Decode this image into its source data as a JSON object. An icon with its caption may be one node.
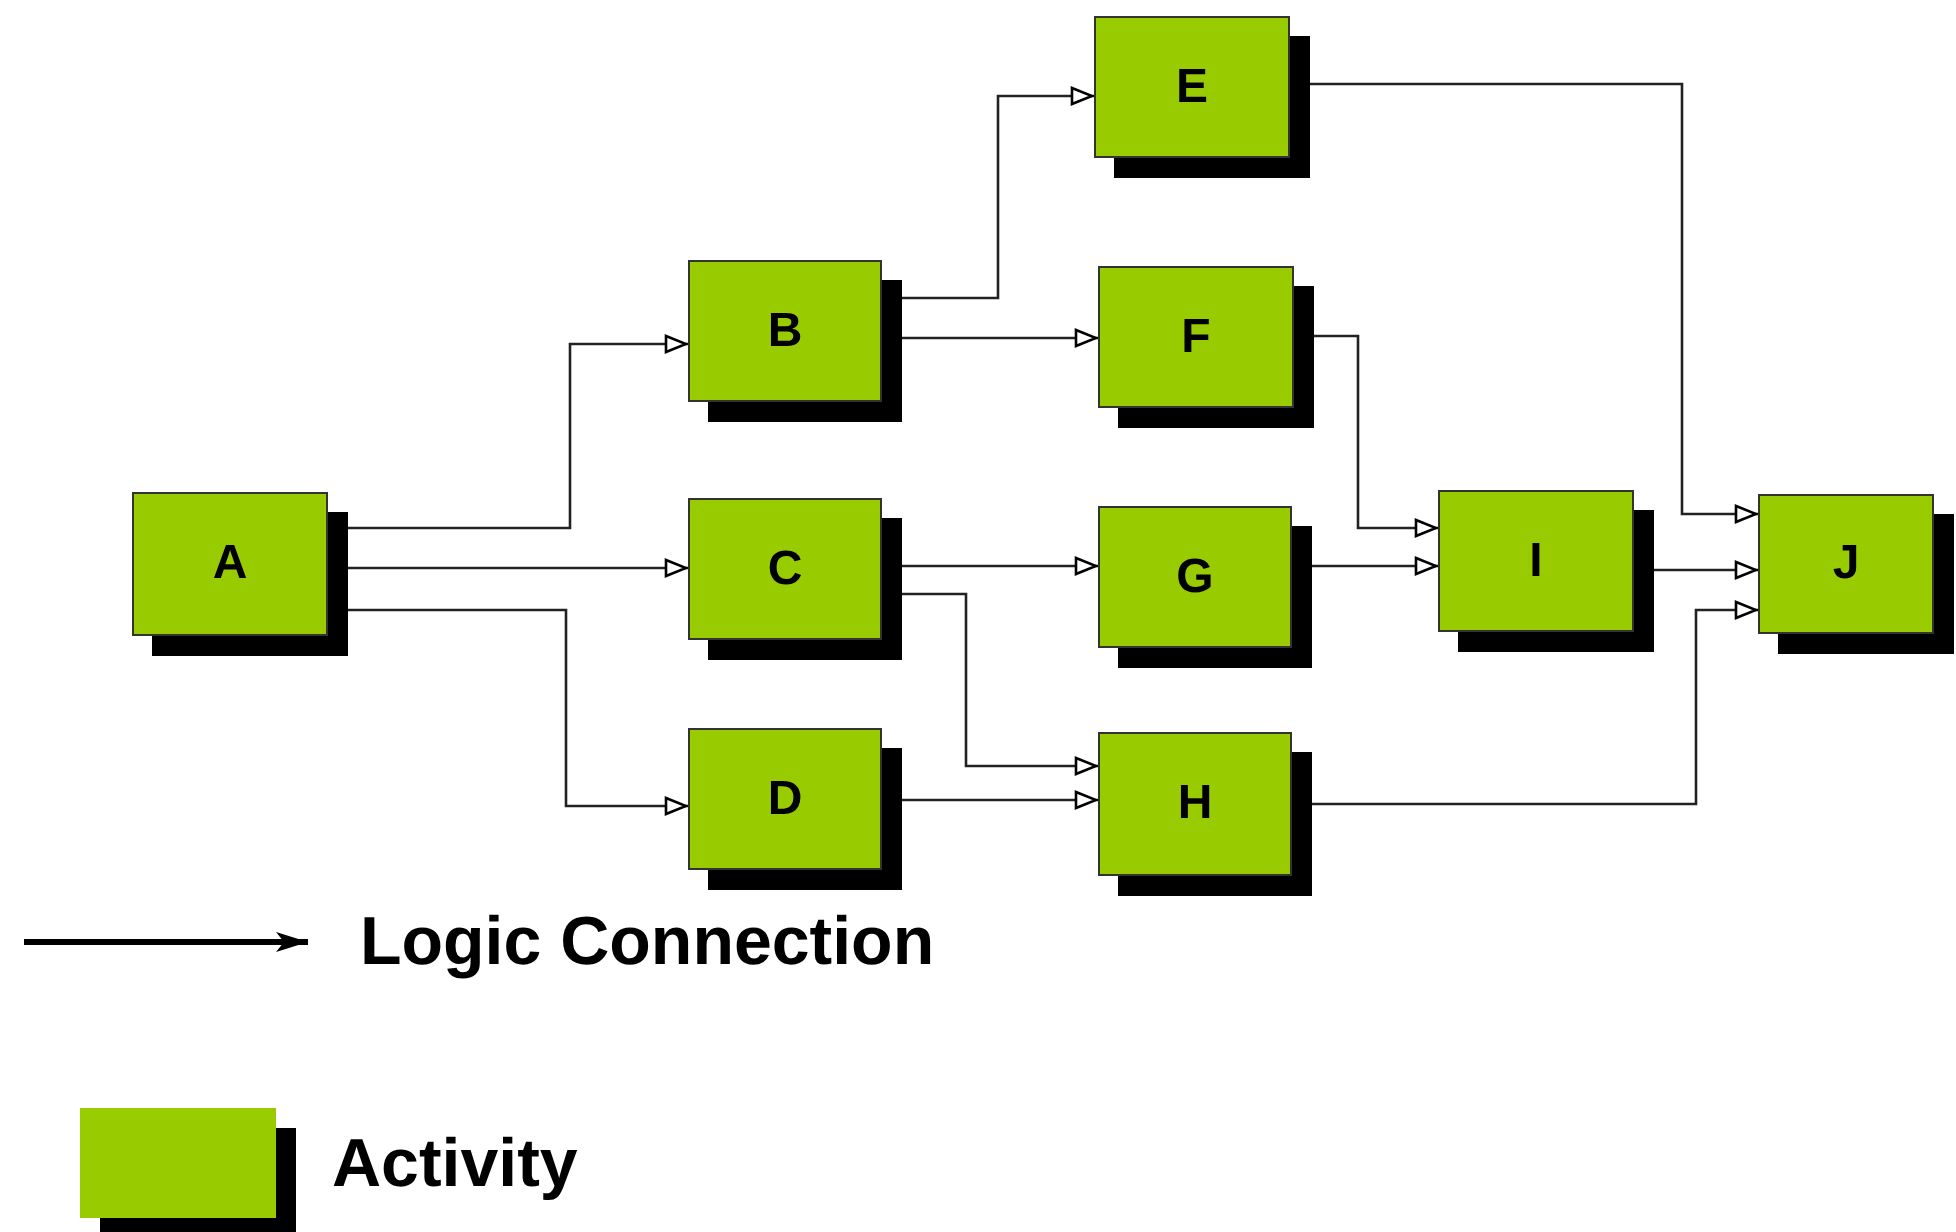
{
  "diagram": {
    "nodes": [
      {
        "text": [
          "A"
        ]
      },
      {
        "text": [
          "B"
        ]
      },
      {
        "text": [
          "C"
        ]
      },
      {
        "text": [
          "D"
        ]
      },
      {
        "text": [
          "E"
        ]
      },
      {
        "text": [
          "F"
        ]
      },
      {
        "text": [
          "G"
        ]
      },
      {
        "text": [
          "H"
        ]
      },
      {
        "text": [
          "I"
        ]
      },
      {
        "text": [
          "J"
        ]
      }
    ],
    "edges": [
      {
        "from": 0,
        "to": 1,
        "arrow": "to"
      },
      {
        "from": 0,
        "to": 2,
        "arrow": "to"
      },
      {
        "from": 0,
        "to": 3,
        "arrow": "to"
      },
      {
        "from": 1,
        "to": 4,
        "arrow": "to"
      },
      {
        "from": 1,
        "to": 5,
        "arrow": "to"
      },
      {
        "from": 2,
        "to": 6,
        "arrow": "to"
      },
      {
        "from": 2,
        "to": 7,
        "arrow": "to"
      },
      {
        "from": 3,
        "to": 7,
        "arrow": "to"
      },
      {
        "from": 5,
        "to": 8,
        "arrow": "to"
      },
      {
        "from": 6,
        "to": 8,
        "arrow": "to"
      },
      {
        "from": 4,
        "to": 9,
        "arrow": "to"
      },
      {
        "from": 8,
        "to": 9,
        "arrow": "to"
      },
      {
        "from": 7,
        "to": 9,
        "arrow": "to"
      }
    ],
    "legend": [
      {
        "text": "Logic Connection"
      },
      {
        "text": "Activity",
        "color": "#99cc00"
      }
    ]
  }
}
